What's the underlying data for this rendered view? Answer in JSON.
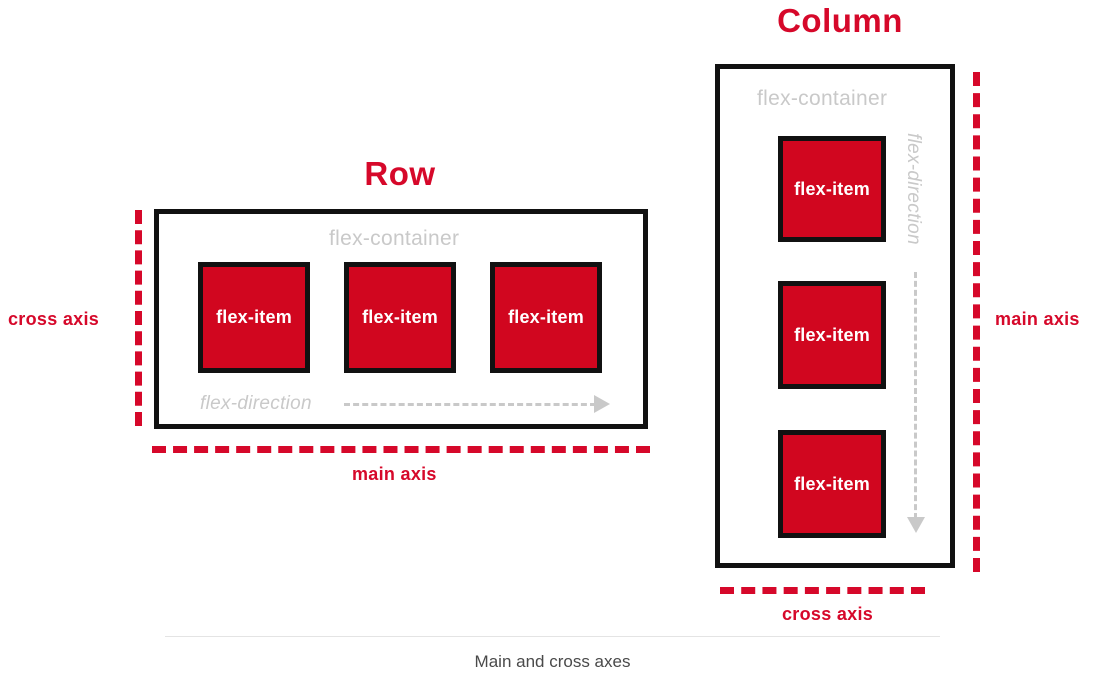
{
  "figure": {
    "caption": "Main and cross axes"
  },
  "row_section": {
    "title": "Row",
    "container_label": "flex-container",
    "direction_label": "flex-direction",
    "items": [
      {
        "label": "flex-item"
      },
      {
        "label": "flex-item"
      },
      {
        "label": "flex-item"
      }
    ],
    "main_axis_label": "main axis",
    "cross_axis_label": "cross axis"
  },
  "column_section": {
    "title": "Column",
    "container_label": "flex-container",
    "direction_label": "flex-direction",
    "items": [
      {
        "label": "flex-item"
      },
      {
        "label": "flex-item"
      },
      {
        "label": "flex-item"
      }
    ],
    "main_axis_label": "main axis",
    "cross_axis_label": "cross axis"
  },
  "colors": {
    "accent_red": "#d6082a",
    "item_red": "#d1061f",
    "outline_black": "#111111",
    "label_gray": "#c9c9c9",
    "caption_gray": "#4a4a4a"
  }
}
